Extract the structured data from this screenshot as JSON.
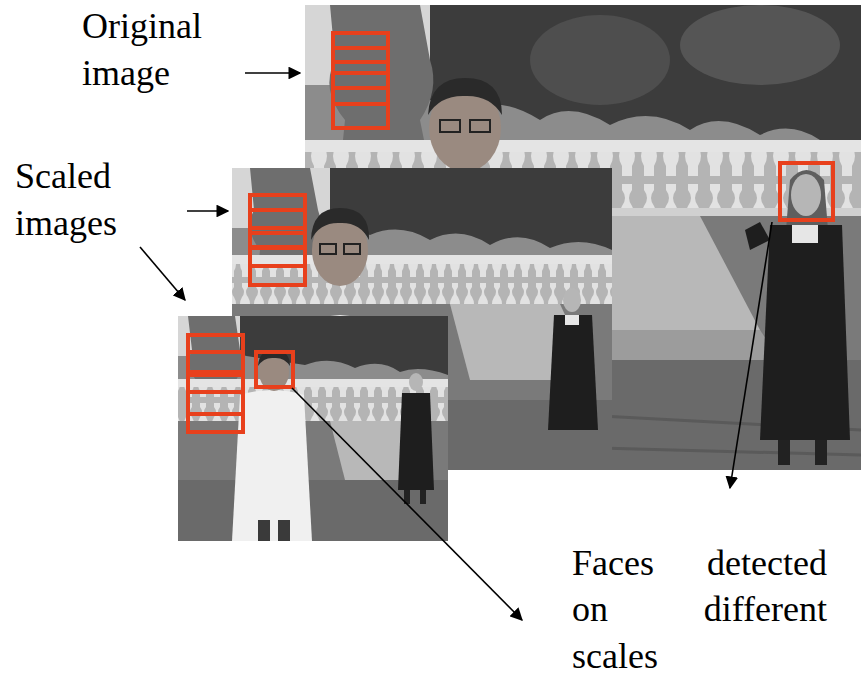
{
  "diagram": {
    "labels": [
      "Original image",
      "Scaled images",
      "Faces detected on different scales"
    ]
  }
}
